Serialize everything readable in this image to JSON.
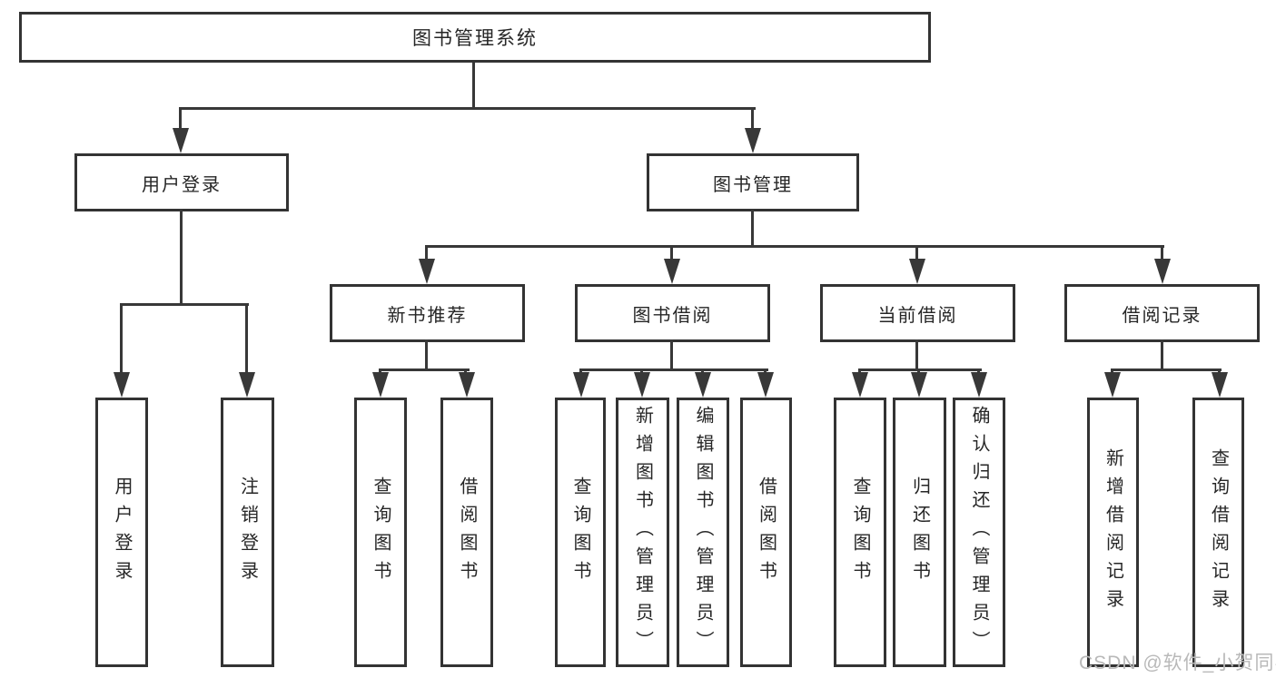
{
  "root": {
    "label": "图书管理系统"
  },
  "level2": [
    {
      "label": "用户登录"
    },
    {
      "label": "图书管理"
    }
  ],
  "level3": [
    {
      "label": "新书推荐"
    },
    {
      "label": "图书借阅"
    },
    {
      "label": "当前借阅"
    },
    {
      "label": "借阅记录"
    }
  ],
  "leaves": [
    {
      "label": "用户登录"
    },
    {
      "label": "注销登录"
    },
    {
      "label": "查询图书"
    },
    {
      "label": "借阅图书"
    },
    {
      "label": "查询图书"
    },
    {
      "label": "新增图书（管理员）"
    },
    {
      "label": "编辑图书（管理员）"
    },
    {
      "label": "借阅图书"
    },
    {
      "label": "查询图书"
    },
    {
      "label": "归还图书"
    },
    {
      "label": "确认归还（管理员）"
    },
    {
      "label": "新增借阅记录"
    },
    {
      "label": "查询借阅记录"
    }
  ],
  "watermark": {
    "text": "CSDN @软件_小贺同学"
  },
  "colors": {
    "background": "#ffffff",
    "box_border": "#333333",
    "line": "#383838",
    "text": "#262626",
    "watermark": "#b9b9b9"
  }
}
